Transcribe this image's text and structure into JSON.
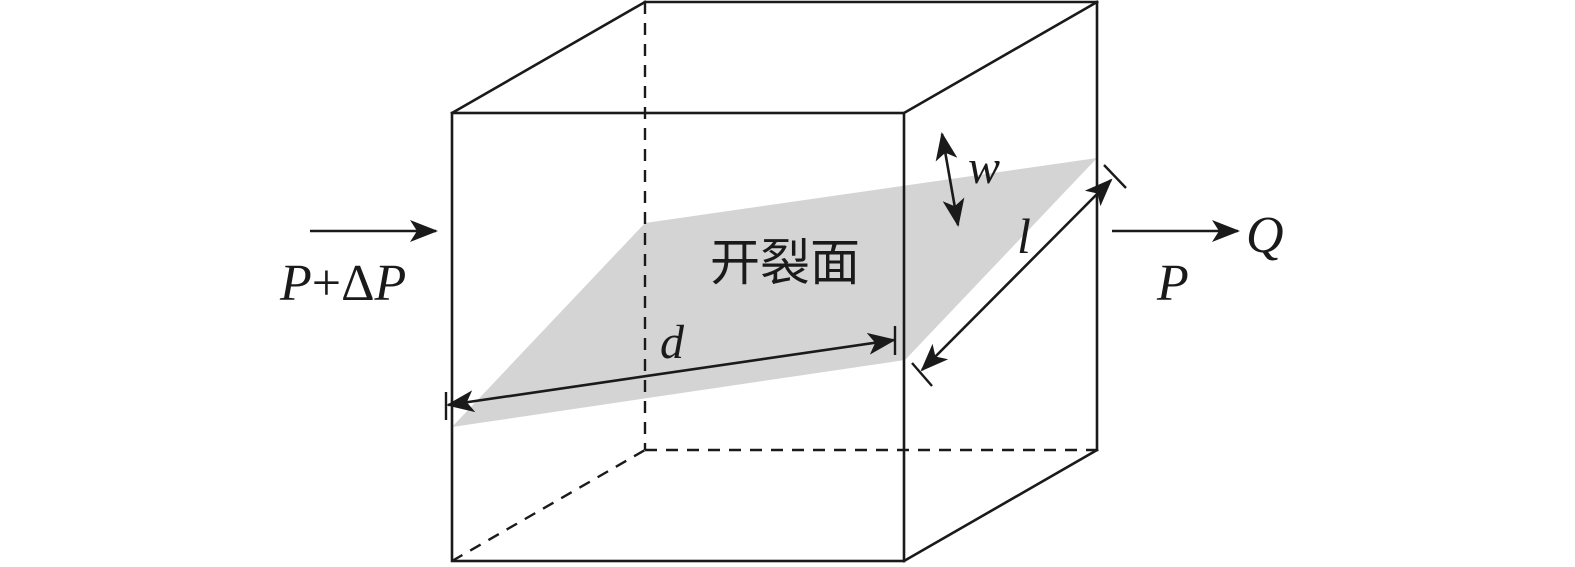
{
  "diagram": {
    "colors": {
      "line": "#1a1a1a",
      "fracture_fill": "#d4d4d4",
      "background": "#ffffff"
    },
    "labels": {
      "inlet_P": "P",
      "inlet_plus": "+",
      "inlet_delta": "Δ",
      "inlet_P2": "P",
      "outlet_pressure": "P",
      "flow_rate": "Q",
      "fracture_surface": "开裂面",
      "width_symbol": "w",
      "length_symbol": "l",
      "distance_symbol": "d"
    }
  }
}
